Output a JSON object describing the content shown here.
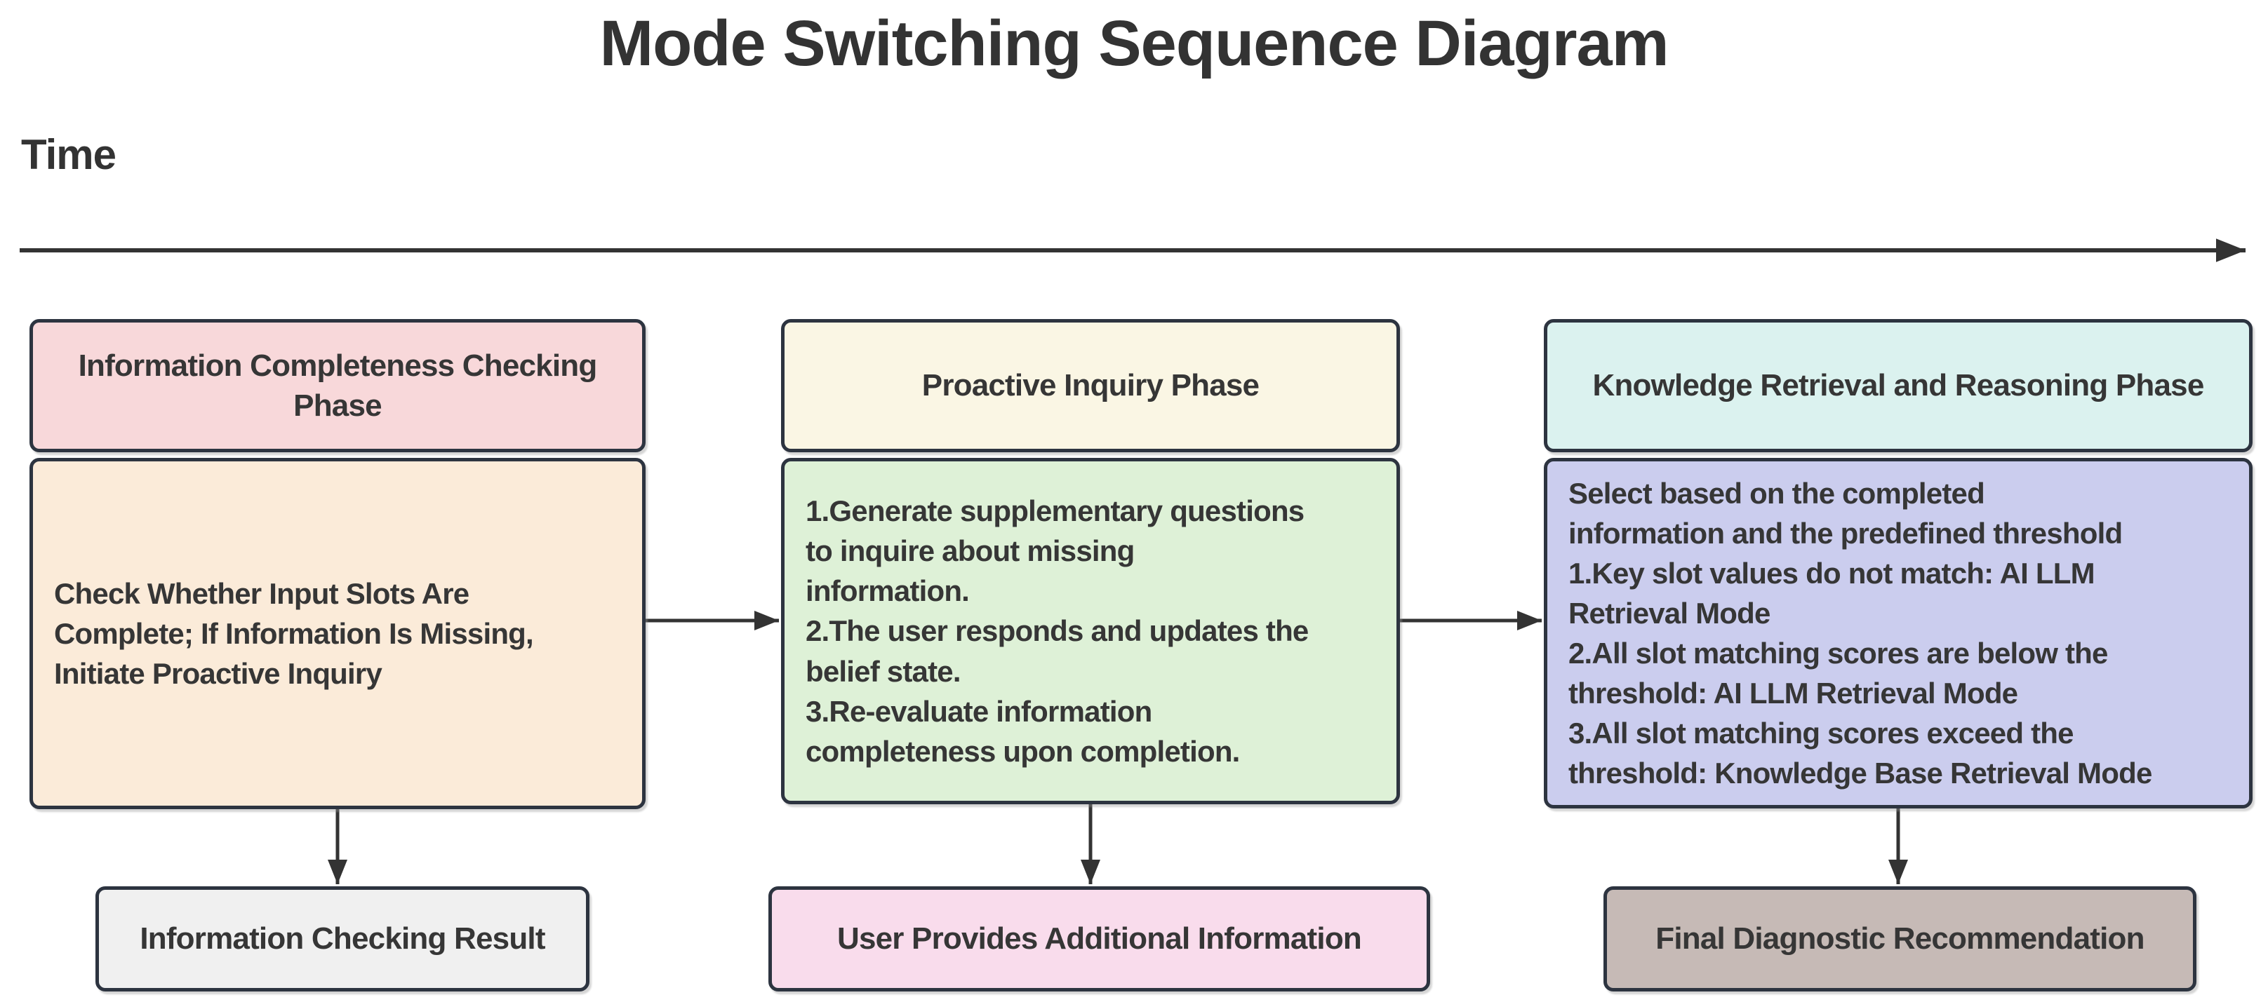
{
  "title": "Mode Switching Sequence Diagram",
  "timeline": {
    "label": "Time"
  },
  "colors": {
    "border": "#2d3440",
    "arrow": "#333333",
    "text": "#363636",
    "background": "#ffffff"
  },
  "phases": [
    {
      "header": "Information Completeness Checking Phase",
      "header_bg": "#f8d8da",
      "body": "Check Whether Input Slots Are\nComplete; If Information Is Missing,\nInitiate Proactive Inquiry",
      "body_bg": "#fbebd9",
      "result": "Information Checking Result",
      "result_bg": "#f0f0f0"
    },
    {
      "header": "Proactive Inquiry Phase",
      "header_bg": "#faf6e4",
      "body": "1.Generate supplementary questions\nto inquire about missing\ninformation.\n2.The user responds and updates the\nbelief state.\n3.Re-evaluate information\ncompleteness upon completion.",
      "body_bg": "#def1d7",
      "result": "User Provides Additional Information",
      "result_bg": "#f9dcec"
    },
    {
      "header": "Knowledge Retrieval and Reasoning Phase",
      "header_bg": "#dbf2ef",
      "body": "Select based on the completed\ninformation and the predefined threshold\n1.Key slot values do not match: AI LLM\nRetrieval Mode\n2.All slot matching scores are below the\nthreshold: AI LLM Retrieval Mode\n3.All slot matching scores exceed the\nthreshold: Knowledge Base Retrieval Mode",
      "body_bg": "#cbcdee",
      "result": "Final Diagnostic Recommendation",
      "result_bg": "#c6bab6"
    }
  ]
}
